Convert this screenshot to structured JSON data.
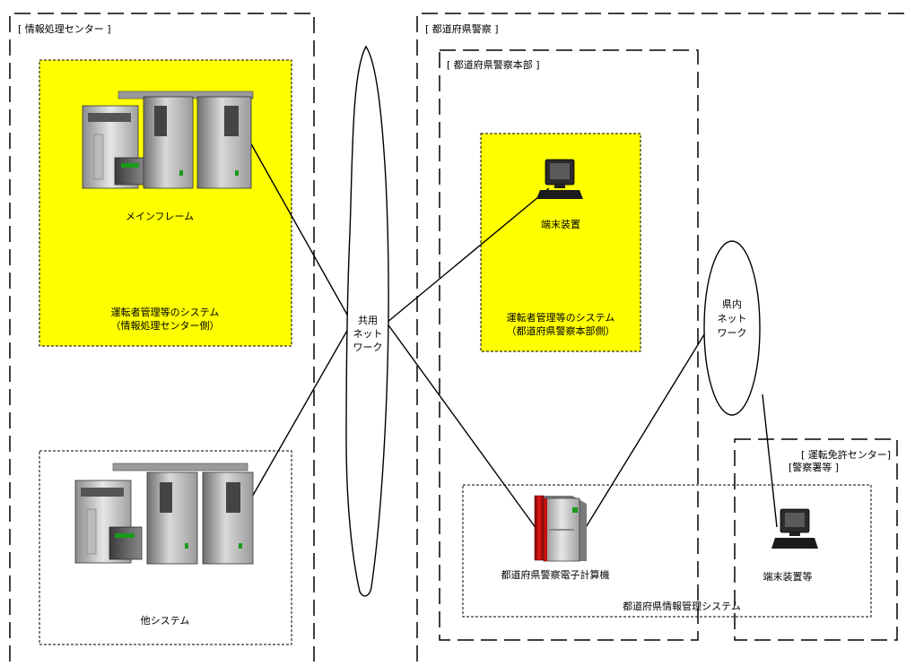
{
  "regions": {
    "info_center": "[ 情報処理センター ]",
    "prefectural_police": "[ 都道府県警察 ]",
    "police_hq": "[ 都道府県警察本部 ]",
    "license_center_line1": "[ 運転免許センター]",
    "license_center_line2": "[警察署等 ]"
  },
  "nodes": {
    "mainframe": "メインフレーム",
    "driver_system_info": "運転者管理等のシステム",
    "driver_system_info_side": "（情報処理センター側）",
    "other_system": "他システム",
    "shared_network": [
      "共用",
      "ネット",
      "ワーク"
    ],
    "terminal_hq": "端末装置",
    "driver_system_hq": "運転者管理等のシステム",
    "driver_system_hq_side": "（都道府県警察本部側）",
    "police_computer": "都道府県警察電子計算機",
    "prefectural_network": [
      "県内",
      "ネット",
      "ワーク"
    ],
    "terminal_station": "端末装置等",
    "info_mgmt_system": "都道府県情報管理システム"
  },
  "colors": {
    "highlight": "#ffff00",
    "line": "#000000"
  }
}
